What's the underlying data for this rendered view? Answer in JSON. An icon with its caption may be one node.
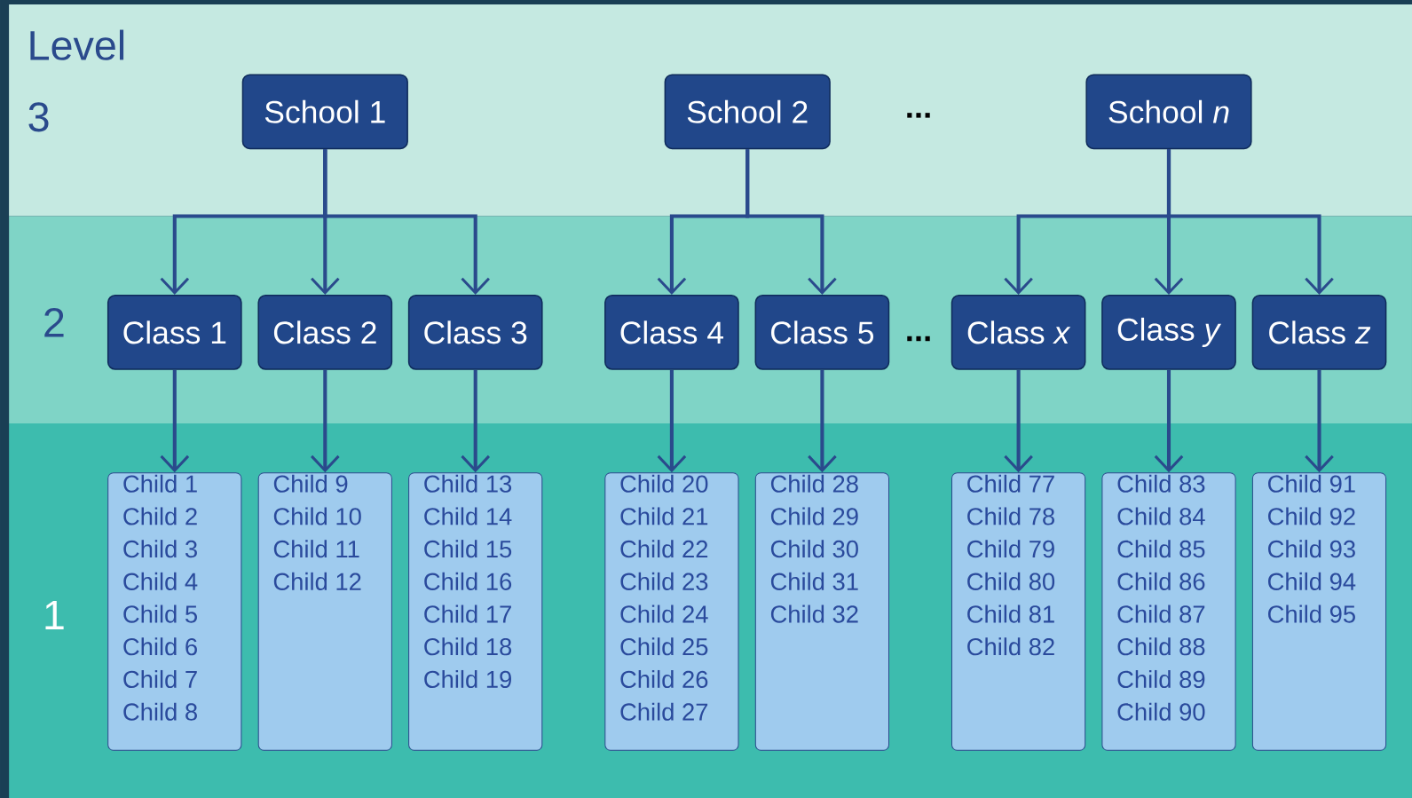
{
  "diagram": {
    "nodes": [
      {
        "text": [
          "School 1"
        ]
      },
      {
        "text": [
          "School 2"
        ]
      },
      {
        "text": [
          "School *n*"
        ]
      },
      {
        "text": [
          "Class 1"
        ]
      },
      {
        "text": [
          "Class 2"
        ]
      },
      {
        "text": [
          "Class 3"
        ]
      },
      {
        "text": [
          "Class 4"
        ]
      },
      {
        "text": [
          "Class 5"
        ]
      },
      {
        "text": [
          "Class *x*"
        ]
      },
      {
        "text": [
          "Class *y*"
        ]
      },
      {
        "text": [
          "Class *z*"
        ]
      },
      {
        "text": [
          "Child 1",
          "Child 2",
          "Child 3",
          "Child 4",
          "Child 5",
          "Child 6",
          "Child 7",
          "Child 8"
        ]
      },
      {
        "text": [
          "Child 9",
          "Child 10",
          "Child 11",
          "Child 12"
        ]
      },
      {
        "text": [
          "Child 13",
          "Child 14",
          "Child 15",
          "Child 16",
          "Child 17",
          "Child 18",
          "Child 19"
        ]
      },
      {
        "text": [
          "Child 20",
          "Child 21",
          "Child 22",
          "Child 23",
          "Child 24",
          "Child 25",
          "Child 26",
          "Child 27"
        ]
      },
      {
        "text": [
          "Child 28",
          "Child 29",
          "Child 30",
          "Child 31",
          "Child 32"
        ]
      },
      {
        "text": [
          "Child 77",
          "Child 78",
          "Child 79",
          "Child 80",
          "Child 81",
          "Child 82"
        ]
      },
      {
        "text": [
          "Child 83",
          "Child 84",
          "Child 85",
          "Child 86",
          "Child 87",
          "Child 88",
          "Child 89",
          "Child 90"
        ]
      },
      {
        "text": [
          "Child 91",
          "Child 92",
          "Child 93",
          "Child 94",
          "Child 95"
        ]
      }
    ],
    "edges": [
      {
        "from": 0,
        "to": 3,
        "arrow": "to"
      },
      {
        "from": 0,
        "to": 4,
        "arrow": "to"
      },
      {
        "from": 0,
        "to": 5,
        "arrow": "to"
      },
      {
        "from": 1,
        "to": 6,
        "arrow": "to"
      },
      {
        "from": 1,
        "to": 7,
        "arrow": "to"
      },
      {
        "from": 2,
        "to": 8,
        "arrow": "to"
      },
      {
        "from": 2,
        "to": 9,
        "arrow": "to"
      },
      {
        "from": 2,
        "to": 10,
        "arrow": "to"
      },
      {
        "from": 3,
        "to": 11,
        "arrow": "to"
      },
      {
        "from": 4,
        "to": 12,
        "arrow": "to"
      },
      {
        "from": 5,
        "to": 13,
        "arrow": "to"
      },
      {
        "from": 6,
        "to": 14,
        "arrow": "to"
      },
      {
        "from": 7,
        "to": 15,
        "arrow": "to"
      },
      {
        "from": 8,
        "to": 16,
        "arrow": "to"
      },
      {
        "from": 9,
        "to": 17,
        "arrow": "to"
      },
      {
        "from": 10,
        "to": 18,
        "arrow": "to"
      }
    ],
    "labels": [
      "Level",
      "3",
      "...",
      "2",
      "...",
      "1"
    ]
  }
}
